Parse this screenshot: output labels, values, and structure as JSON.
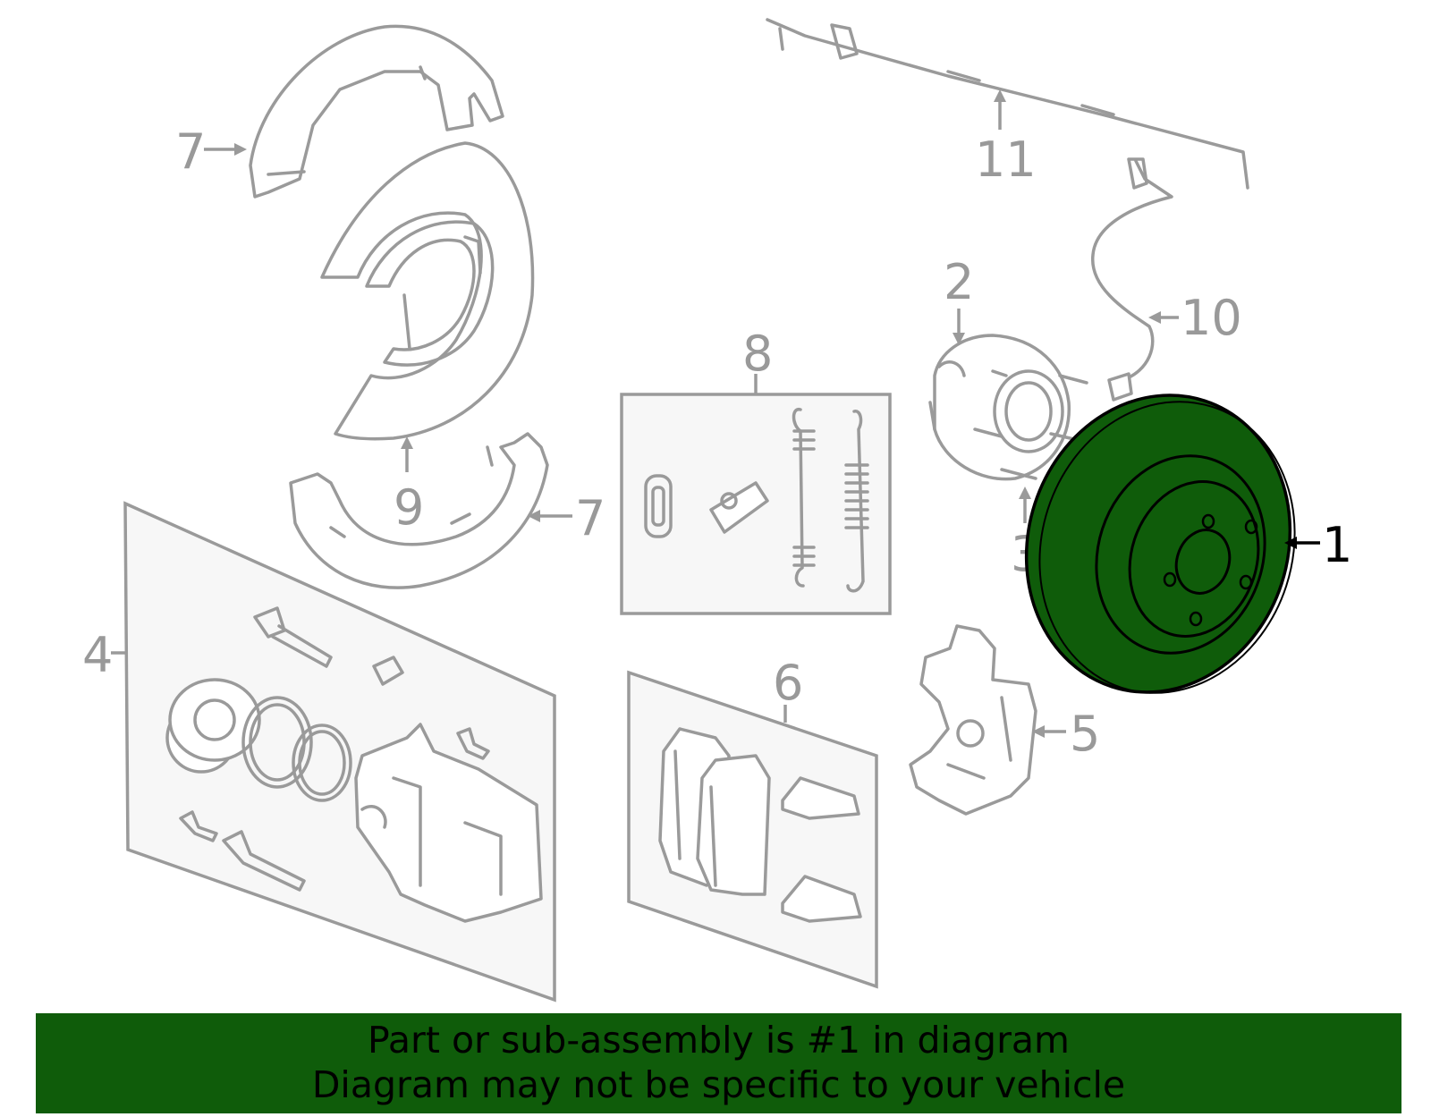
{
  "colors": {
    "highlight": "#0f5c0a",
    "line": "#9a9a9a",
    "box_fill": "#f7f7f7",
    "banner": "#0f5c0a"
  },
  "callouts": {
    "c1": "1",
    "c2": "2",
    "c3": "3",
    "c4": "4",
    "c5": "5",
    "c6": "6",
    "c7a": "7",
    "c7b": "7",
    "c8": "8",
    "c9": "9",
    "c10": "10",
    "c11": "11"
  },
  "banner": {
    "line1": "Part or sub-assembly is #1 in diagram",
    "line2": "Diagram may not be specific to your vehicle"
  }
}
